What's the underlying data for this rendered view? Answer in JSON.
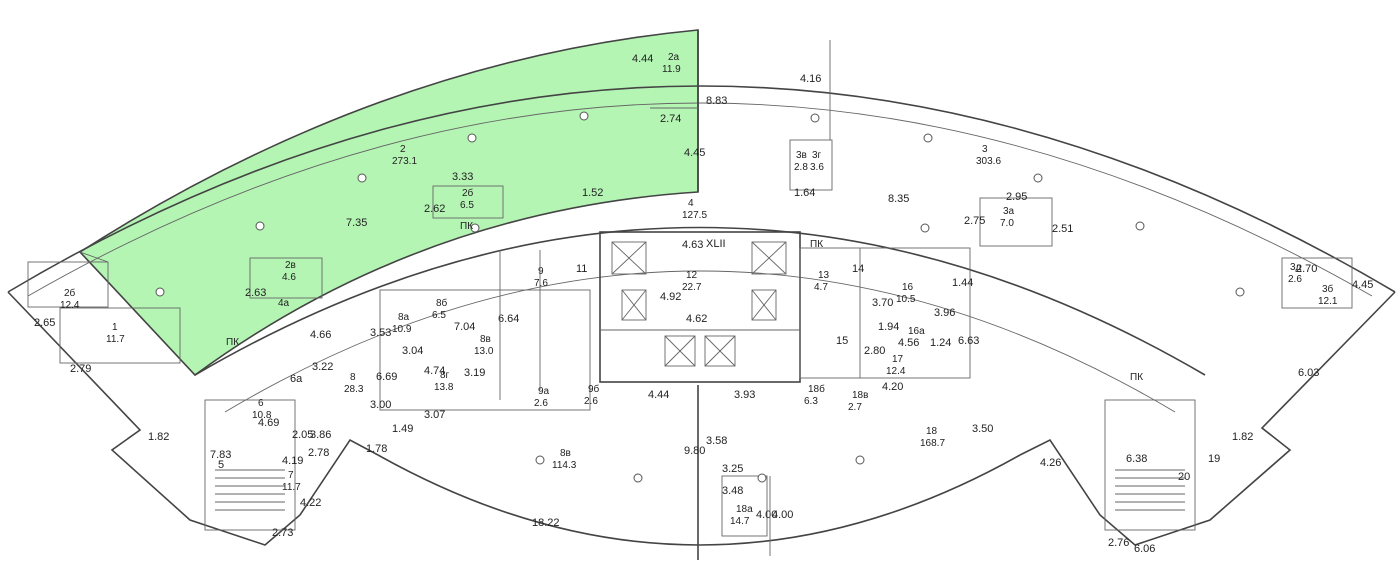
{
  "colors": {
    "highlight": "#b4f5b4",
    "wall": "#444444",
    "background": "#ffffff"
  },
  "rooms": [
    {
      "num": "2",
      "area": "273.1"
    },
    {
      "num": "2a",
      "area": "11.9"
    },
    {
      "num": "2б",
      "area": "6.5"
    },
    {
      "num": "2в",
      "area": "4.6"
    },
    {
      "num": "3",
      "area": "303.6"
    },
    {
      "num": "3a",
      "area": "7.0"
    },
    {
      "num": "3б",
      "area": "12.1"
    },
    {
      "num": "3в",
      "area": "2.8"
    },
    {
      "num": "3г",
      "area": "3.6"
    },
    {
      "num": "3д",
      "area": "2.6"
    },
    {
      "num": "4",
      "area": "127.5"
    },
    {
      "num": "1",
      "area": "11.7"
    },
    {
      "num": "2б",
      "area": "12.4"
    },
    {
      "num": "12",
      "area": "22.7"
    },
    {
      "num": "13",
      "area": "4.7"
    },
    {
      "num": "16",
      "area": "10.5"
    },
    {
      "num": "17",
      "area": "12.4"
    },
    {
      "num": "18",
      "area": "168.7"
    },
    {
      "num": "8в",
      "area": "114.3"
    },
    {
      "num": "8",
      "area": "28.3"
    },
    {
      "num": "8a",
      "area": "10.9"
    },
    {
      "num": "8б",
      "area": "6.5"
    },
    {
      "num": "8в",
      "area": "13.0"
    },
    {
      "num": "8г",
      "area": "13.8"
    },
    {
      "num": "9",
      "area": "7.6"
    },
    {
      "num": "6",
      "area": "10.8"
    },
    {
      "num": "7",
      "area": "11.7"
    },
    {
      "num": "18а",
      "area": "14.7"
    },
    {
      "num": "18б",
      "area": "6.3"
    },
    {
      "num": "18в",
      "area": "2.7"
    },
    {
      "num": "9a",
      "area": "2.6"
    },
    {
      "num": "9б",
      "area": "2.6"
    }
  ],
  "labels": [
    "11",
    "14",
    "15",
    "19",
    "20",
    "5",
    "6a",
    "16a",
    "XLII",
    "ПК",
    "ПК",
    "ПК",
    "ПК",
    "4a"
  ],
  "dimensions": [
    "4.44",
    "2.74",
    "8.83",
    "4.45",
    "3.33",
    "2.62",
    "1.52",
    "7.35",
    "2.63",
    "2.65",
    "2.79",
    "4.16",
    "1.64",
    "8.35",
    "2.95",
    "2.75",
    "2.51",
    "4.45",
    "2.70",
    "6.03",
    "1.82",
    "4.63",
    "4.92",
    "4.62",
    "1.44",
    "3.70",
    "3.96",
    "1.94",
    "4.56",
    "1.24",
    "6.63",
    "2.80",
    "4.20",
    "3.50",
    "4.26",
    "6.38",
    "2.76",
    "6.06",
    "4.66",
    "3.53",
    "3.04",
    "7.04",
    "6.64",
    "3.22",
    "6.69",
    "3.00",
    "4.74",
    "3.19",
    "3.07",
    "1.49",
    "1.78",
    "3.86",
    "2.05",
    "2.78",
    "4.19",
    "4.22",
    "4.69",
    "7.83",
    "2.73",
    "1.82",
    "4.44",
    "3.93",
    "9.80",
    "3.58",
    "3.25",
    "3.48",
    "4.00",
    "4.00",
    "18.22"
  ]
}
